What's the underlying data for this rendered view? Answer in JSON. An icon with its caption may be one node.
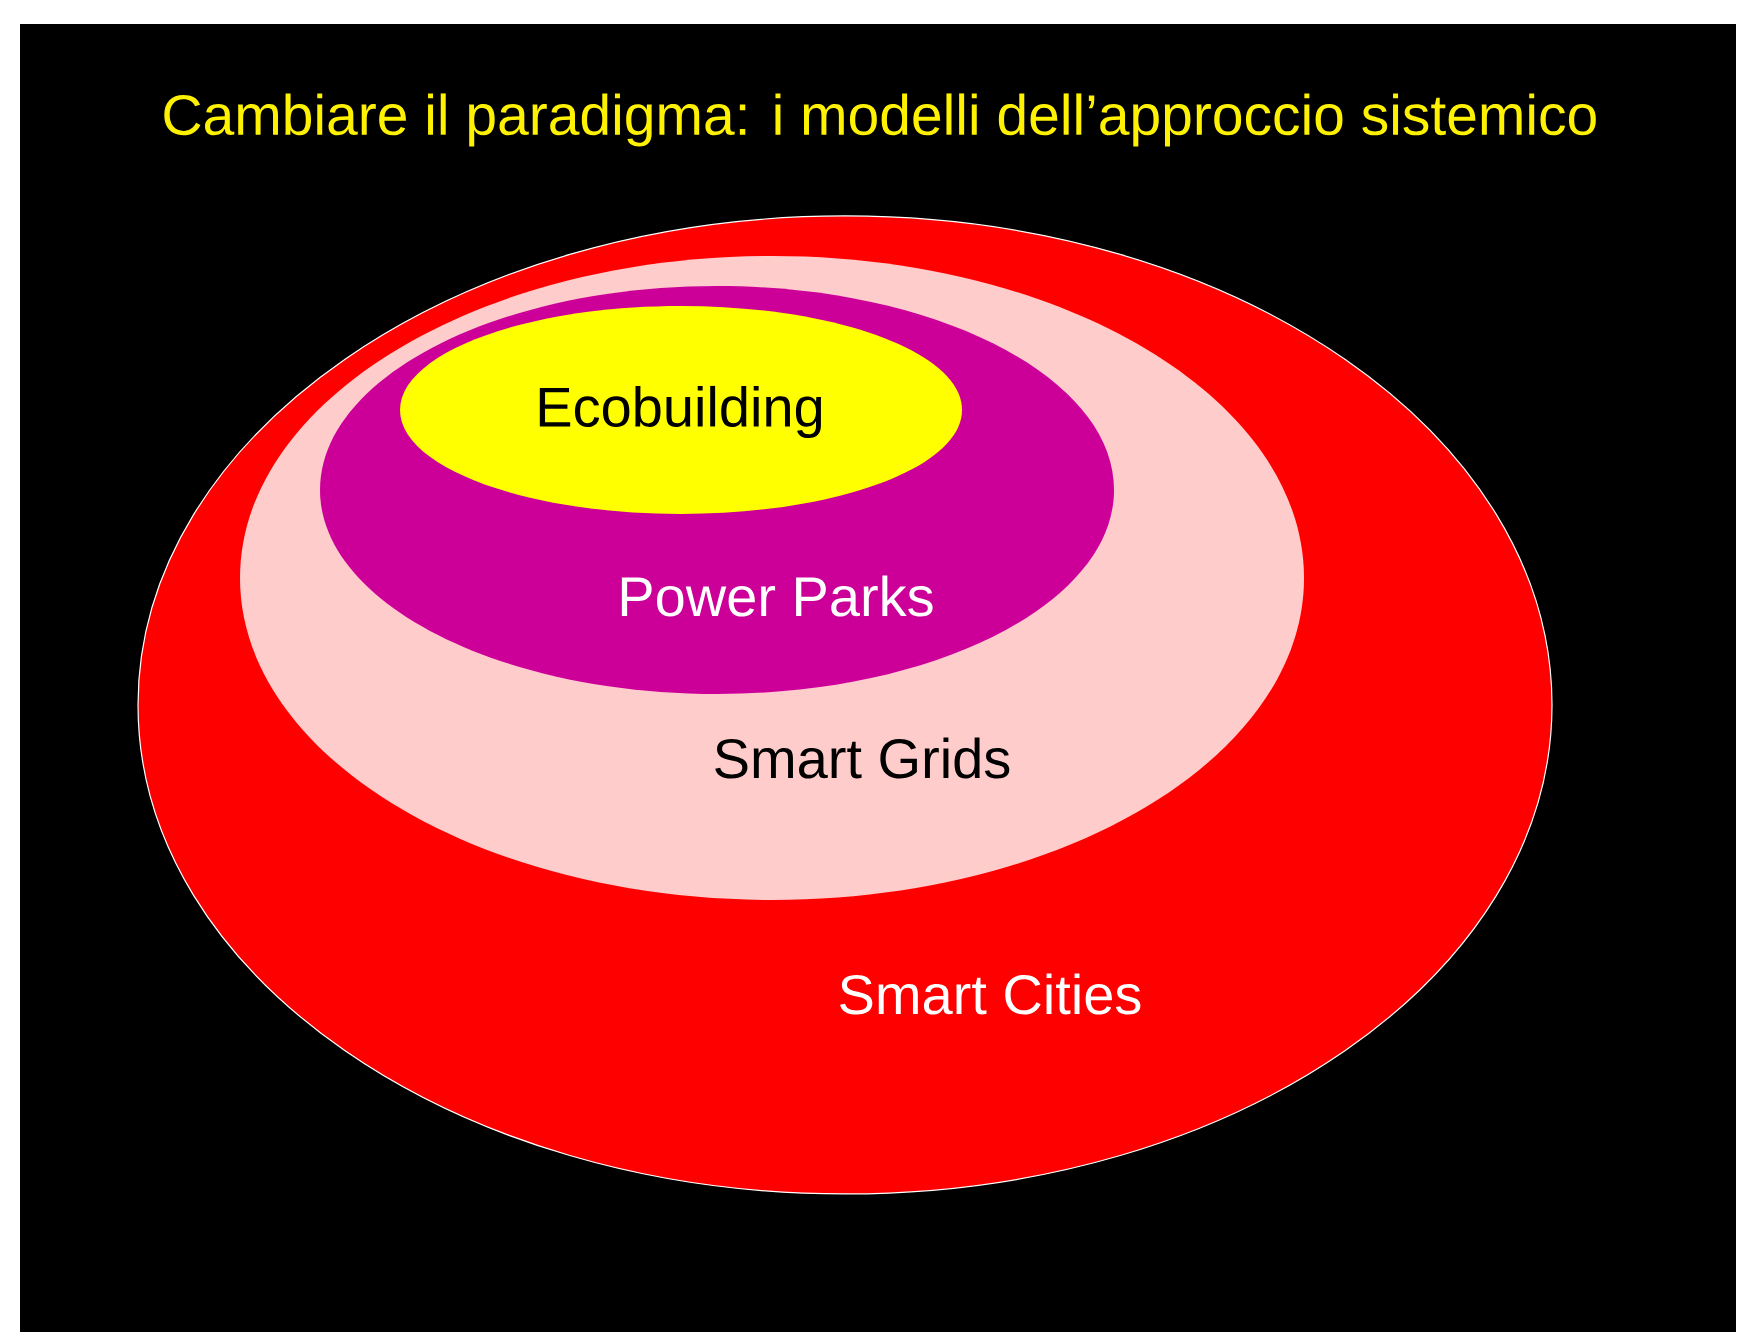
{
  "diagram": {
    "title": "Cambiare il paradigma: i modelli dell’approccio sistemico",
    "nodes": [
      {
        "text": [
          "Smart Cities"
        ]
      },
      {
        "text": [
          "Smart Grids"
        ],
        "in": 0
      },
      {
        "text": [
          "Power Parks"
        ],
        "in": 1
      },
      {
        "text": [
          "Ecobuilding"
        ],
        "in": 2
      }
    ]
  }
}
